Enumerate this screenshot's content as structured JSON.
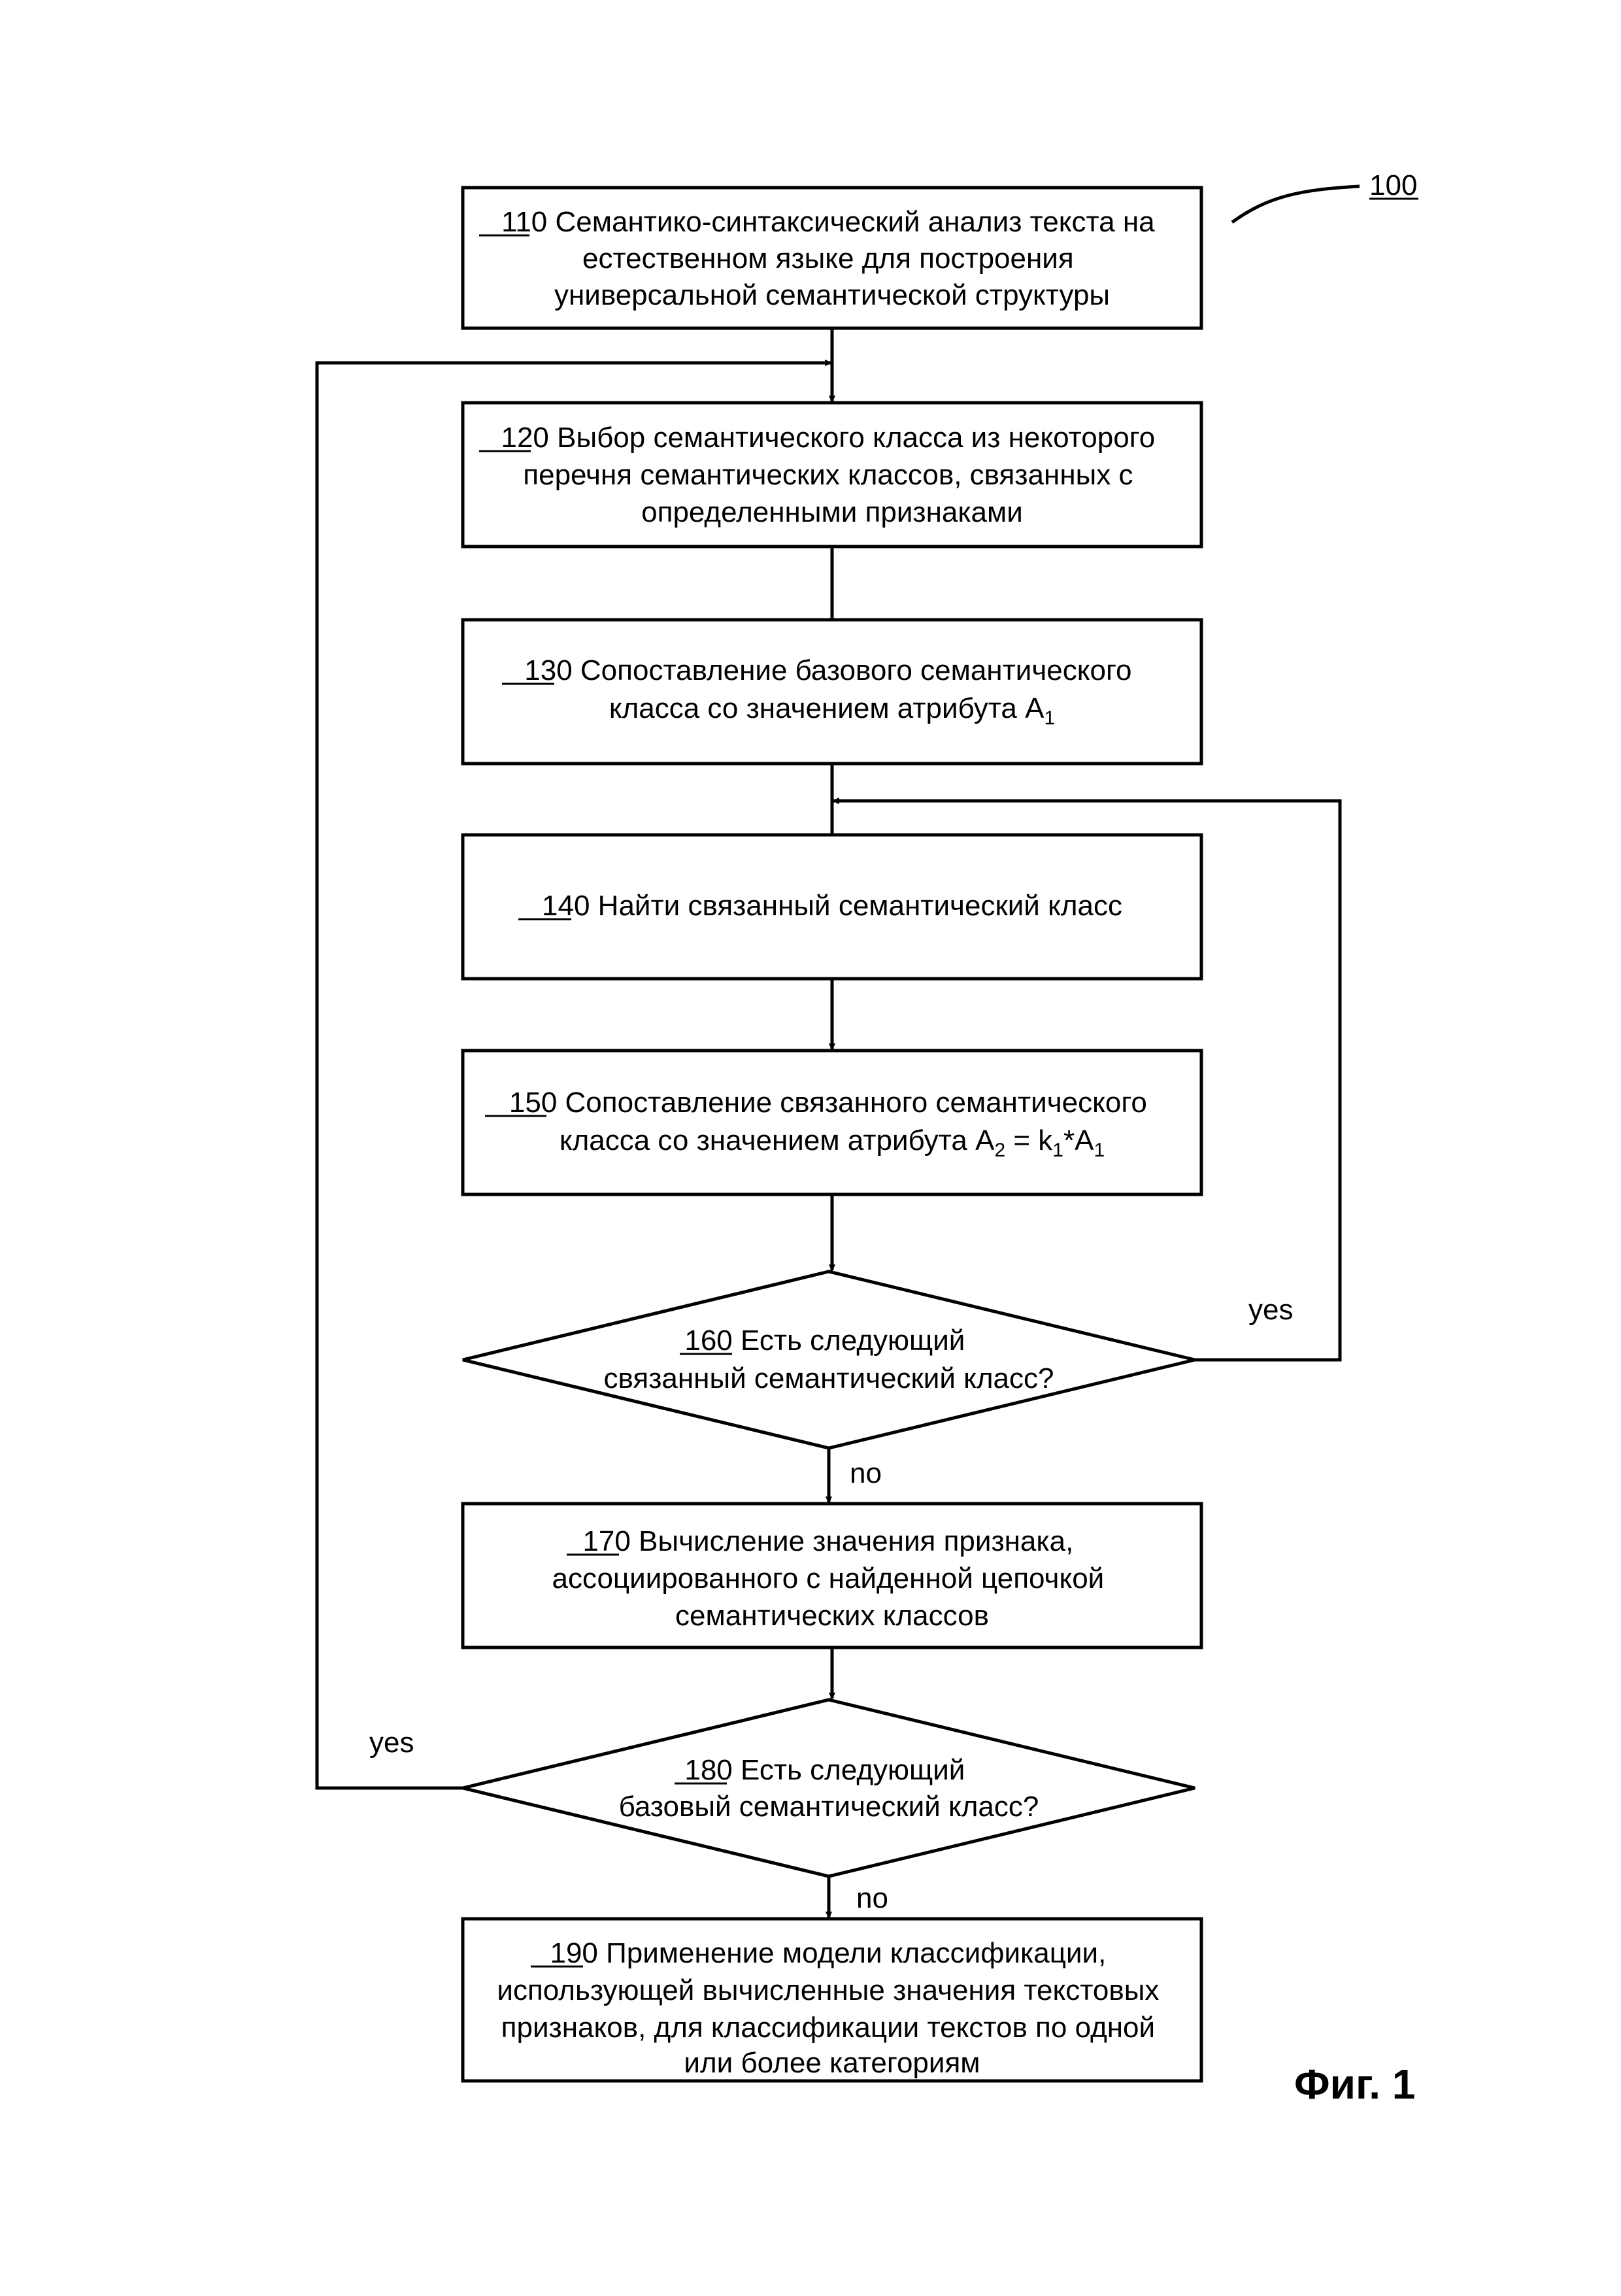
{
  "diagram": {
    "ref": "100",
    "figure_label": "Фиг. 1",
    "steps": [
      {
        "id": "110",
        "lines": [
          "Семантико-синтаксический анализ текста на",
          "естественном языке для построения",
          "универсальной семантической структуры"
        ]
      },
      {
        "id": "120",
        "lines": [
          "Выбор семантического класса из некоторого",
          "перечня семантических классов, связанных с",
          "определенными признаками"
        ]
      },
      {
        "id": "130",
        "lines": [
          "Сопоставление базового семантического",
          "класса со значением атрибута A",
          "1"
        ]
      },
      {
        "id": "140",
        "lines": [
          "Найти связанный семантический класс"
        ]
      },
      {
        "id": "150",
        "lines": [
          "Сопоставление связанного семантического",
          "класса со значением атрибута A",
          "2",
          " = k",
          "1",
          "*A",
          "1"
        ]
      },
      {
        "id": "160",
        "lines": [
          "Есть следующий",
          "связанный семантический класс?"
        ]
      },
      {
        "id": "170",
        "lines": [
          "Вычисление значения признака,",
          "ассоциированного с найденной цепочкой",
          "семантических классов"
        ]
      },
      {
        "id": "180",
        "lines": [
          "Есть следующий",
          "базовый семантический класс?"
        ]
      },
      {
        "id": "190",
        "lines": [
          "Применение модели классификации,",
          "использующей вычисленные значения текстовых",
          "признаков, для классификации текстов по одной",
          "или более категориям"
        ]
      }
    ],
    "branch_labels": {
      "yes_160": "yes",
      "no_160": "no",
      "yes_180": "yes",
      "no_180": "no"
    }
  }
}
